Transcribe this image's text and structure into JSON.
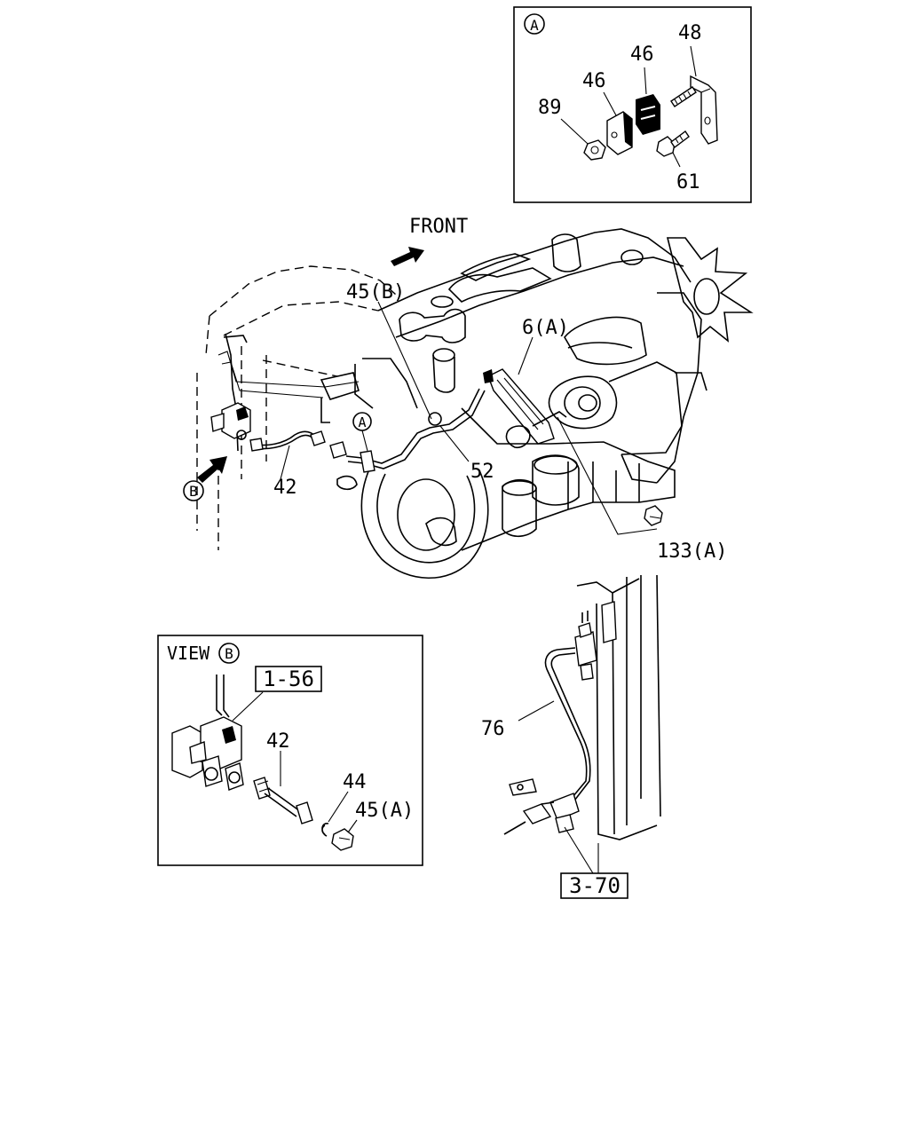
{
  "inset_a": {
    "marker": "A",
    "labels": {
      "p48": "48",
      "p46_top": "46",
      "p46_left": "46",
      "p89": "89",
      "p61": "61"
    }
  },
  "main": {
    "front_label": "FRONT",
    "view_b_marker": "B",
    "a_marker": "A",
    "labels": {
      "p45b": "45(B)",
      "p6a": "6(A)",
      "p52": "52",
      "p42": "42",
      "p133a": "133(A)"
    }
  },
  "view_b": {
    "title": "VIEW",
    "marker": "B",
    "ref_box": "1-56",
    "labels": {
      "p42": "42",
      "p44": "44",
      "p45a": "45(A)"
    }
  },
  "frame_detail": {
    "labels": {
      "p76": "76"
    },
    "ref_box": "3-70"
  },
  "colors": {
    "ink": "#000000",
    "paper": "#ffffff"
  }
}
